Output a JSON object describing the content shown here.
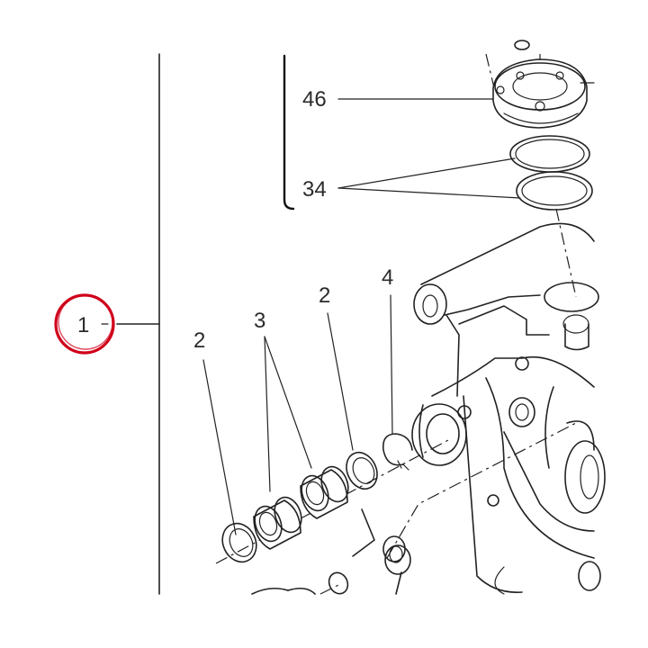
{
  "callouts": {
    "assembly": "1",
    "housing_cover": "46",
    "o_rings": "34",
    "washer_left": "2",
    "needle_bearings": "3",
    "washer_right": "2",
    "circlip": "4"
  },
  "colors": {
    "highlight_ring": "#d0021b",
    "line_art": "#222222"
  }
}
